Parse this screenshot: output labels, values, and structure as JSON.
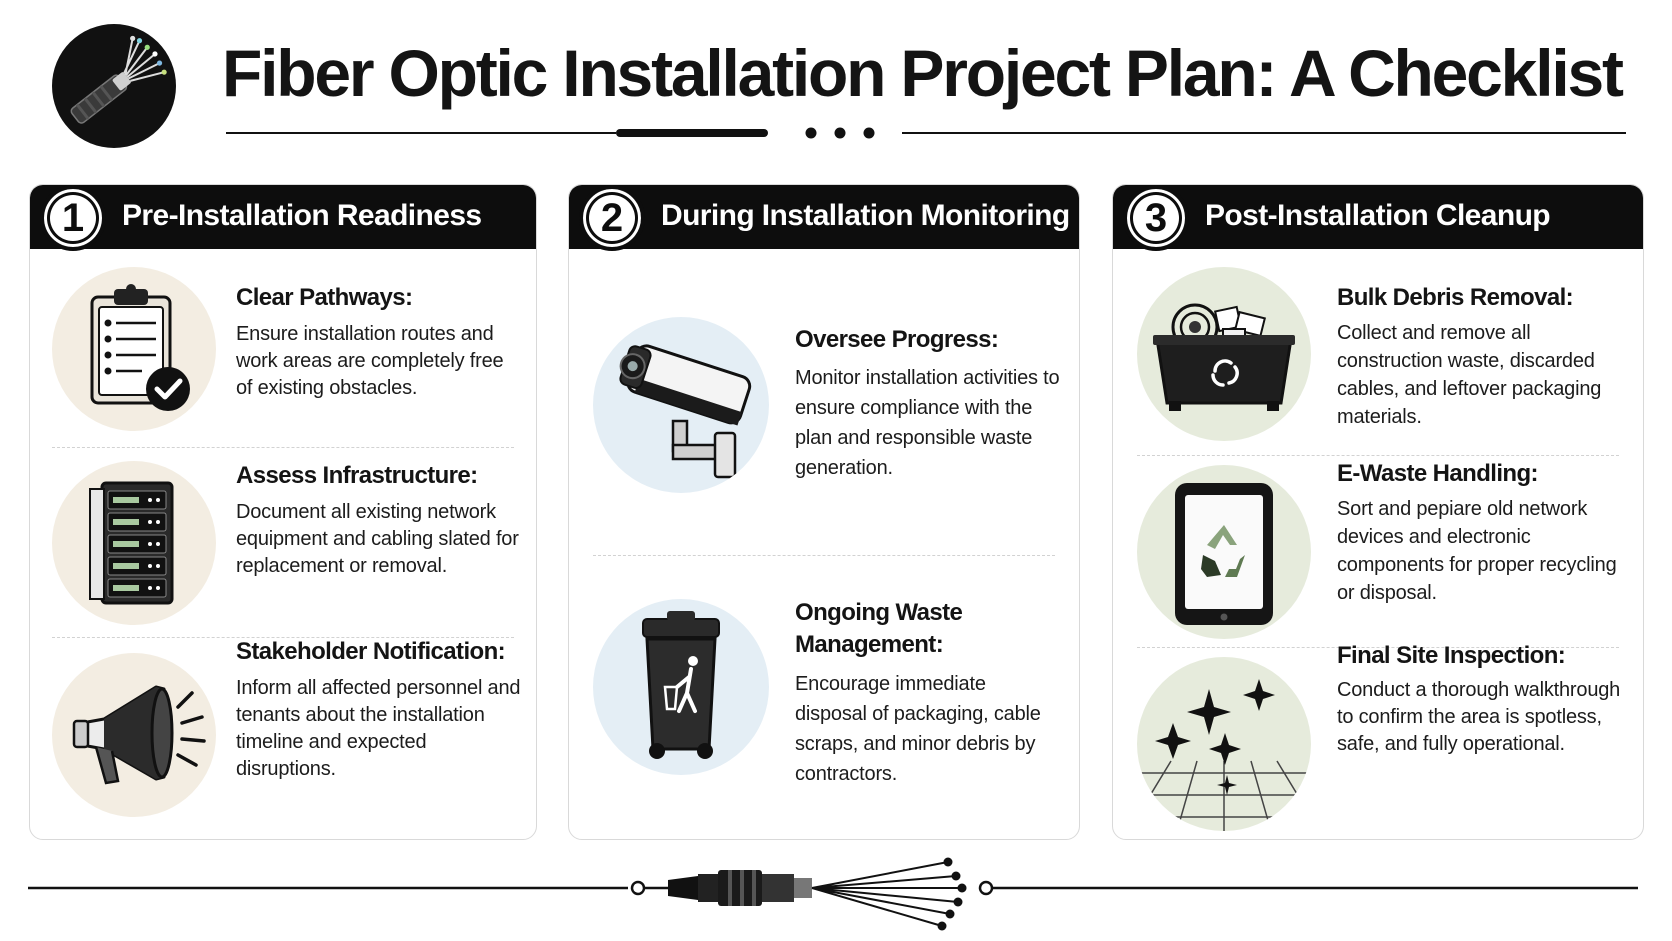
{
  "title": "Fiber Optic Installation Project Plan: A Checklist",
  "colors": {
    "ink": "#0d0d0d",
    "beige": "#f3ede2",
    "blue": "#e4eef5",
    "green": "#e6ebdc"
  },
  "columns": [
    {
      "number": "1",
      "title": "Pre-Installation Readiness",
      "items": [
        {
          "icon": "clipboard-checklist-icon",
          "title": "Clear Pathways:",
          "description": "Ensure installation routes and work areas are completely free of existing obstacles."
        },
        {
          "icon": "server-rack-icon",
          "title": "Assess Infrastructure:",
          "description": "Document all existing network equipment and cabling slated for replacement or removal."
        },
        {
          "icon": "megaphone-icon",
          "title": "Stakeholder Notification:",
          "description": "Inform all affected personnel and tenants about the installation timeline and expected disruptions."
        }
      ]
    },
    {
      "number": "2",
      "title": "During Installation Monitoring",
      "items": [
        {
          "icon": "security-camera-icon",
          "title": "Oversee Progress:",
          "description": "Monitor installation activities to ensure compliance with the plan and responsible waste generation."
        },
        {
          "icon": "trash-bin-icon",
          "title": "Ongoing Waste Management:",
          "description": "Encourage immediate disposal of packaging, cable scraps, and minor debris by contractors."
        }
      ]
    },
    {
      "number": "3",
      "title": "Post-Installation Cleanup",
      "items": [
        {
          "icon": "debris-dumpster-icon",
          "title": "Bulk Debris Removal:",
          "description": "Collect and remove all construction waste, discarded cables, and leftover packaging materials."
        },
        {
          "icon": "tablet-recycle-icon",
          "title": "E-Waste Handling:",
          "description": "Sort and pepiare old network devices and electronic components for proper recycling or disposal."
        },
        {
          "icon": "sparkle-clean-icon",
          "title": "Final Site Inspection:",
          "description": "Conduct a thorough walkthrough to confirm the area is spotless, safe, and fully operational."
        }
      ]
    }
  ]
}
